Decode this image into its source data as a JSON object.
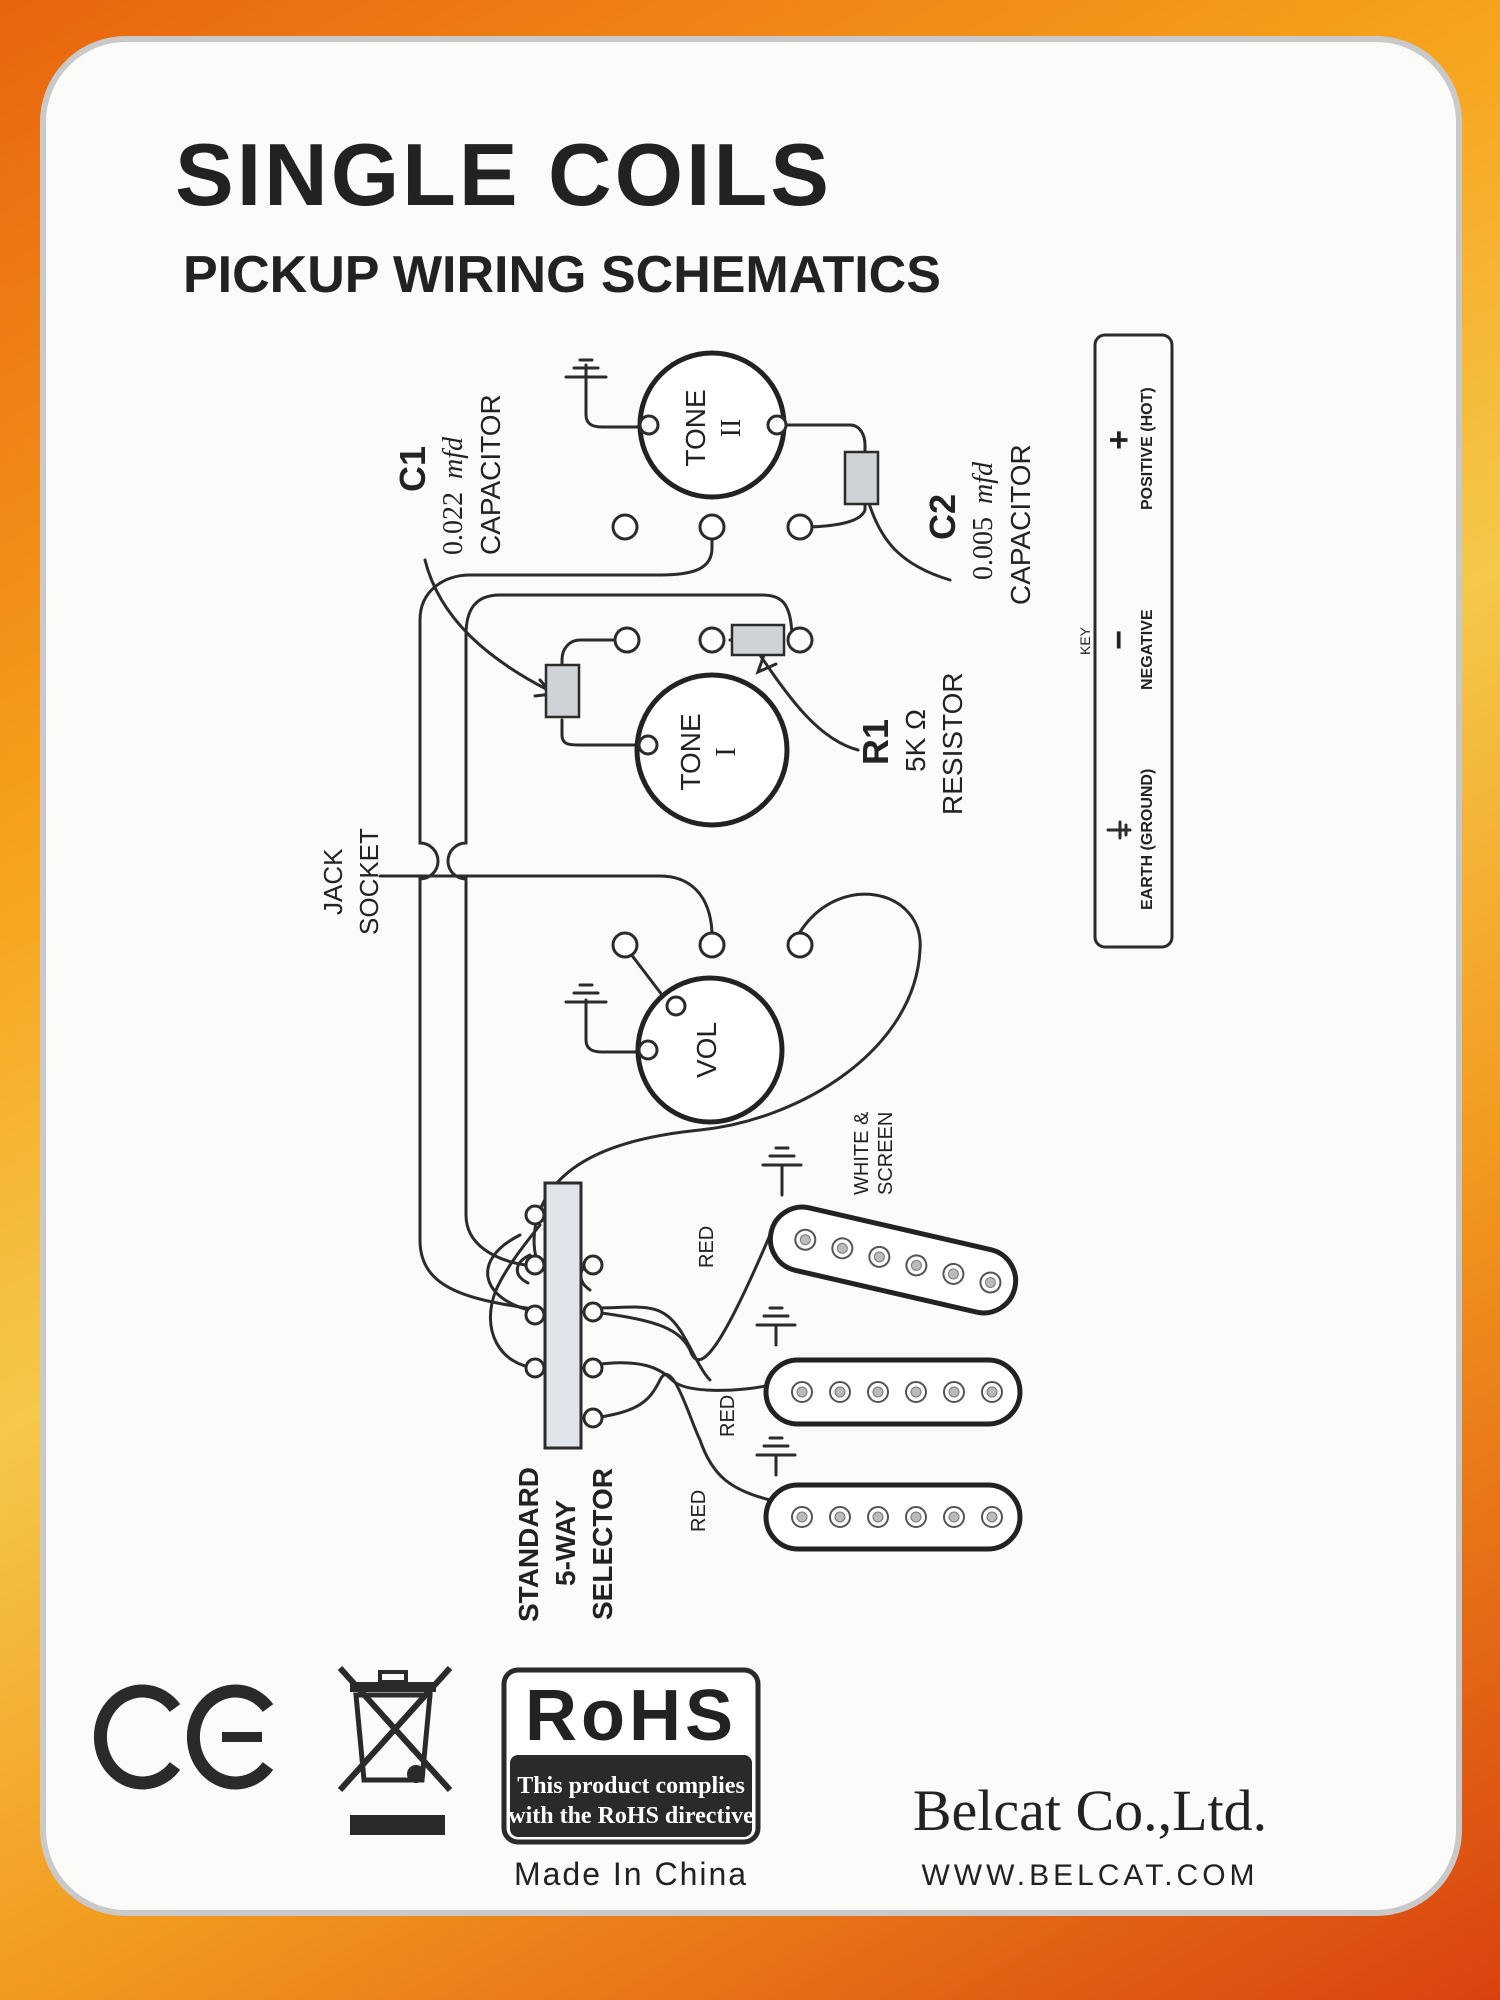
{
  "header": {
    "title": "SINGLE COILS",
    "subtitle": "PICKUP WIRING SCHEMATICS"
  },
  "pots": {
    "tone2": {
      "line1": "TONE",
      "line2": "II"
    },
    "tone1": {
      "line1": "TONE",
      "line2": "I"
    },
    "vol": {
      "label": "VOL"
    }
  },
  "components": {
    "c1": {
      "name": "C1",
      "value": "0.022",
      "unit": "mfd",
      "type": "CAPACITOR"
    },
    "c2": {
      "name": "C2",
      "value": "0.005",
      "unit": "mfd",
      "type": "CAPACITOR"
    },
    "r1": {
      "name": "R1",
      "value": "5K Ω",
      "type": "RESISTOR"
    }
  },
  "labels": {
    "jack_line1": "JACK",
    "jack_line2": "SOCKET",
    "selector_line1": "STANDARD",
    "selector_line2": "5-WAY",
    "selector_line3": "SELECTOR",
    "white_screen_line1": "WHITE &",
    "white_screen_line2": "SCREEN",
    "red": "RED"
  },
  "key": {
    "title": "KEY",
    "positive": {
      "symbol": "+",
      "label": "POSITIVE (HOT)"
    },
    "negative": {
      "symbol": "−",
      "label": "NEGATIVE"
    },
    "earth": {
      "symbol": "⏚",
      "label": "EARTH (GROUND)"
    }
  },
  "footer": {
    "ce_mark": "CE",
    "rohs_title": "RoHS",
    "rohs_line1": "This product complies",
    "rohs_line2": "with the RoHS directive",
    "made_in": "Made In China",
    "company": "Belcat Co.,Ltd.",
    "website": "WWW.BELCAT.COM"
  },
  "colors": {
    "card": "#fbfbfa",
    "ink": "#222222",
    "component_fill": "#cfd3d8",
    "rohs_bg": "#2a2a2a"
  }
}
